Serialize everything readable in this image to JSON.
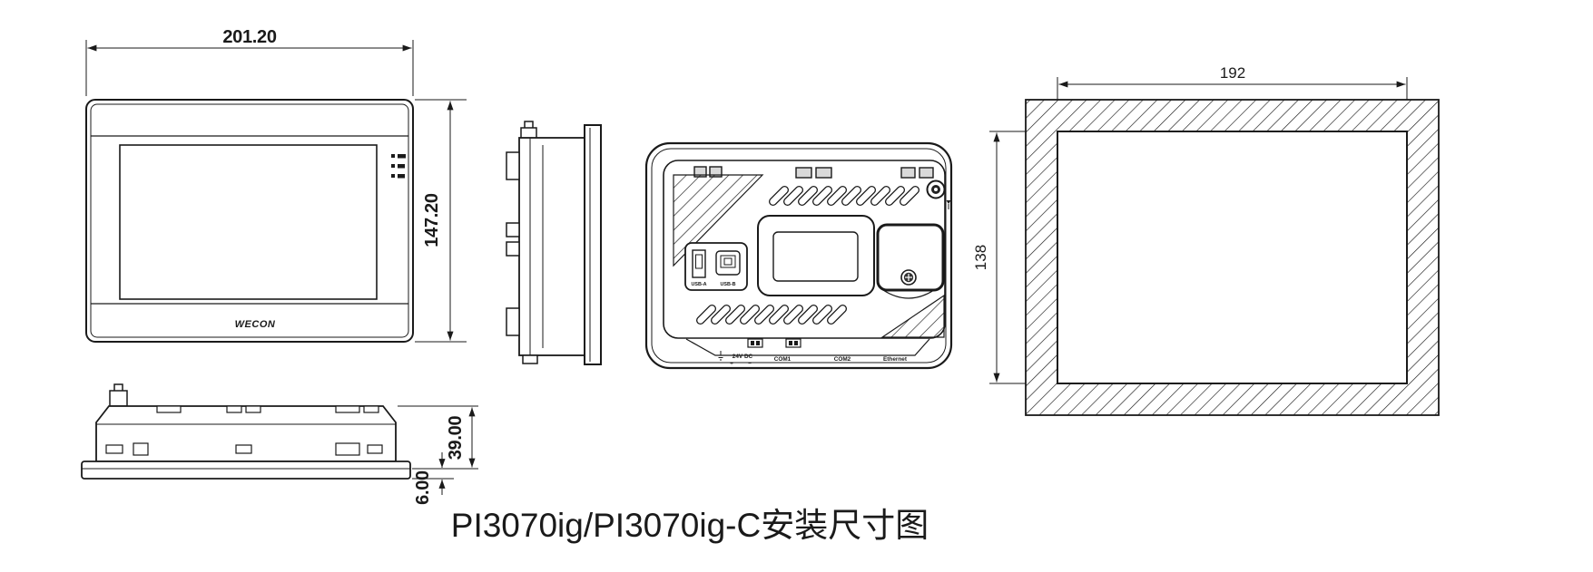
{
  "title": "PI3070ig/PI3070ig-C安装尺寸图",
  "front_view": {
    "width_dim": "201.20",
    "height_dim": "147.20",
    "brand_logo": "WECON"
  },
  "bottom_view": {
    "depth_dim": "39.00",
    "bezel_dim": "6.00"
  },
  "rear_view": {
    "usb_a": "USB-A",
    "usb_b": "USB-B",
    "power": "24V DC",
    "power_plus": "+",
    "power_minus": "−",
    "com1": "COM1",
    "com2": "COM2",
    "ethernet": "Ethernet"
  },
  "cutout_view": {
    "width_dim": "192",
    "height_dim": "138"
  },
  "colors": {
    "line": "#1a1a1a",
    "background": "#ffffff"
  }
}
